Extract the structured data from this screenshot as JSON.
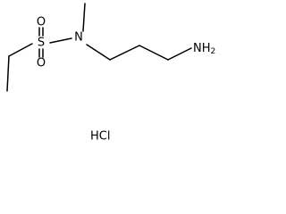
{
  "molecule": {
    "atom_labels": {
      "oxygen_top": "O",
      "sulfur": "S",
      "oxygen_bottom": "O",
      "nitrogen": "N",
      "amine": "NH",
      "amine_subscript": "2"
    },
    "salt": "HCl",
    "colors": {
      "bonds": "#000000",
      "text": "#000000",
      "background": "#ffffff"
    }
  }
}
